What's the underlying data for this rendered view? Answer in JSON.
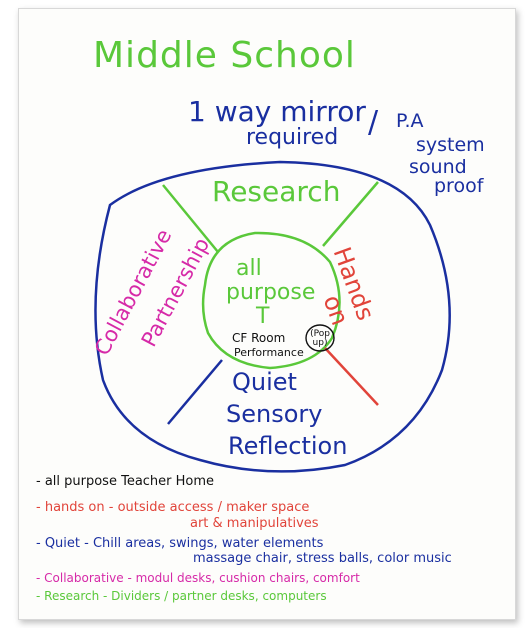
{
  "title": "Middle School",
  "requirements": {
    "mirror_line1": "1 way mirror",
    "mirror_line2": "required",
    "slash": "/",
    "pa_line1": "P.A",
    "pa_line2": "system",
    "pa_line3": "sound",
    "pa_line4": "proof"
  },
  "zones": {
    "research": "Research",
    "collaborative_line1": "Collaborative",
    "collaborative_line2": "Partnership",
    "hands_line1": "Hands",
    "hands_line2": "on",
    "quiet_line1": "Quiet",
    "quiet_line2": "Sensory",
    "quiet_line3": "Reflection"
  },
  "center": {
    "line1": "all",
    "line2": "purpose",
    "line3": "T",
    "cf_room": "CF Room",
    "pop_up": "(Pop up)",
    "performance": "Performance"
  },
  "legend": {
    "all_purpose": "- all purpose  Teacher Home",
    "hands_on": "- hands on  - outside access / maker space",
    "hands_on_b": "art & manipulatives",
    "quiet": "- Quiet   - Chill areas, swings, water elements",
    "quiet_b": "massage chair, stress balls, color music",
    "collaborative": "- Collaborative - modul desks, cushion chairs, comfort",
    "research": "- Research  - Dividers / partner desks, computers"
  },
  "colors": {
    "green": "#5ac83a",
    "blue": "#1a2fa0",
    "pink": "#d62aa8",
    "red": "#e1443a",
    "black": "#111111"
  }
}
